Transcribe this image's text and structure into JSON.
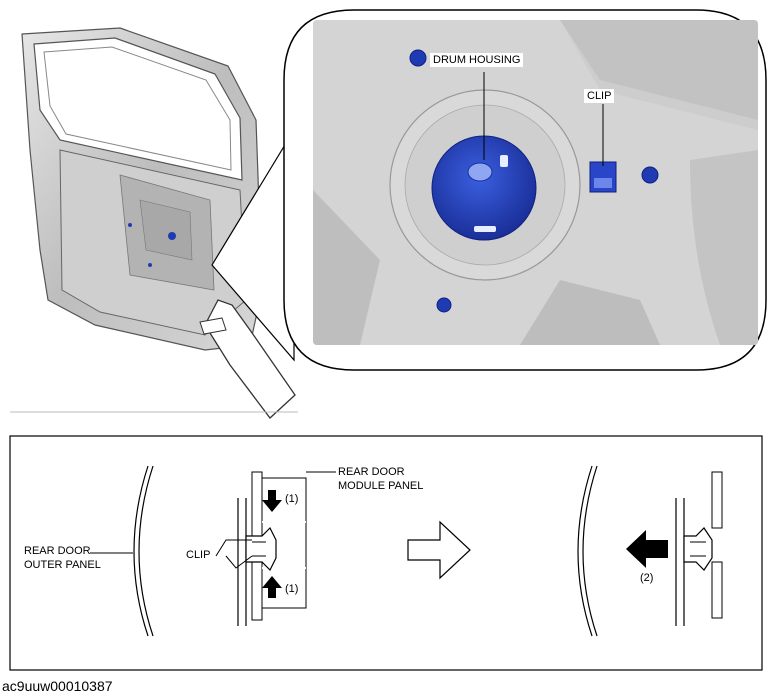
{
  "top_callouts": {
    "drum_housing": "DRUM HOUSING",
    "clip": "CLIP"
  },
  "bottom_labels": {
    "outer_panel_line1": "REAR DOOR",
    "outer_panel_line2": "OUTER PANEL",
    "module_panel_line1": "REAR DOOR",
    "module_panel_line2": "MODULE PANEL",
    "clip": "CLIP",
    "step_1_top": "(1)",
    "step_1_bottom": "(1)",
    "step_2": "(2)"
  },
  "figure_id": "ac9uuw00010387",
  "colors": {
    "part_blue": "#1f3bb3",
    "panel_gray": "#c8c8c8"
  }
}
